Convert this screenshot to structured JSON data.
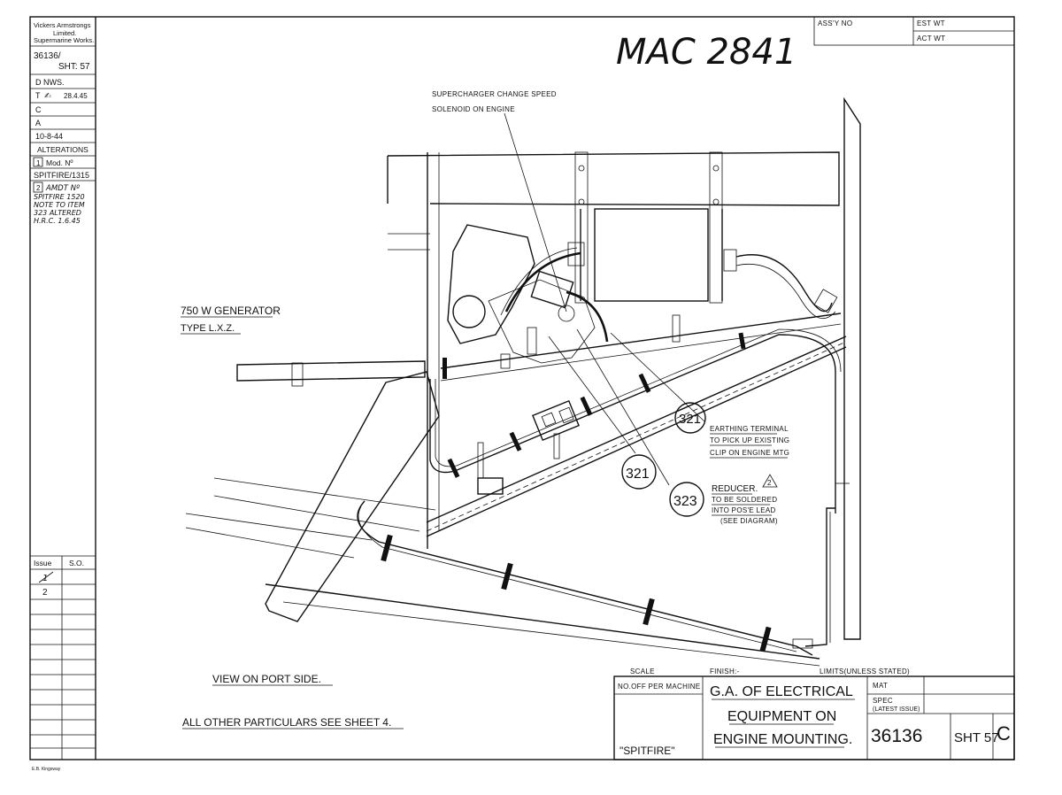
{
  "drawing_number_handwritten": "MAC 2841",
  "left_column": {
    "company": [
      "Vickers Armstrongs",
      "Limited.",
      "Supermarine Works."
    ],
    "drawing_ref": "36136/",
    "sheet_ref": "SHT: 57",
    "d": "D NWS.",
    "t": "T ",
    "t_date": "28.4.45",
    "c": "C",
    "a": "A",
    "date": "10-8-44",
    "alterations": "ALTERATIONS",
    "mod_num": "1",
    "mod_label": "Mod. Nº",
    "spitfire_ref": "SPITFIRE/1315",
    "amend_num": "2",
    "amend_lines": [
      "AMDT Nº",
      "SPITFIRE 1520",
      "NOTE TO ITEM",
      "323 ALTERED",
      "H.R.C. 1.6.45"
    ],
    "issue_header": "Issue",
    "so_header": "S.O.",
    "issues": [
      "1",
      "2"
    ]
  },
  "top_right": {
    "assy_no": "Ass'y No",
    "est_wt": "Est Wt",
    "act_wt": "Act Wt"
  },
  "callouts": {
    "supercharger_1": "Supercharger Change Speed",
    "supercharger_2": "Solenoid On Engine",
    "generator_1": "750 W Generator",
    "generator_2": "Type L.X.Z.",
    "item_321a": "321",
    "item_321b": "321",
    "item_323": "323",
    "earthing_1": "Earthing Terminal",
    "earthing_2": "To Pick Up Existing",
    "earthing_3": "Clip On Engine MTG",
    "reducer_1": "Reducer.",
    "reducer_2": "To Be Soldered",
    "reducer_3": "Into Pos'e Lead",
    "reducer_4": "(See Diagram)",
    "amend_triangle": "2"
  },
  "notes": {
    "view": "View On Port Side.",
    "particulars": "All Other Particulars See Sheet 4."
  },
  "title_block": {
    "scale": "Scale",
    "finish": "Finish:-",
    "limits": "Limits(Unless Stated)",
    "no_off": "No.Off Per Machine",
    "machine": "\"Spitfire\"",
    "title_1": "G.A. of Electrical",
    "title_2": "Equipment on",
    "title_3": "Engine Mounting.",
    "mat": "Mat",
    "spec_1": "Spec",
    "spec_2": "(Latest Issue)",
    "drawing_no": "36136",
    "sheet": "SHT 57",
    "issue_letter": "C"
  },
  "footer_mark": "E.B. Kingsway"
}
